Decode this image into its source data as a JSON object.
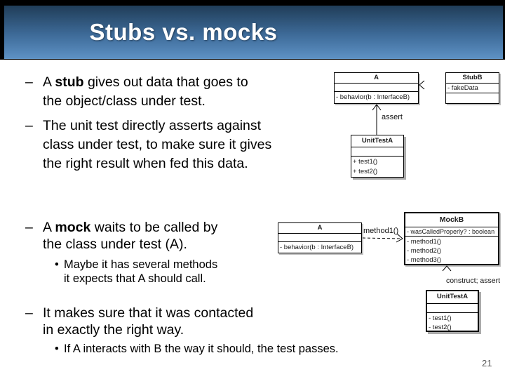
{
  "slide": {
    "title": "Stubs vs. mocks",
    "page_number": "21"
  },
  "colors": {
    "header_gradient_top": "#203d58",
    "header_gradient_bottom": "#5e92c5",
    "header_frame": "#000000",
    "title_text": "#ffffff",
    "body_text": "#000000",
    "page_number": "#595959"
  },
  "bullets": {
    "b1": {
      "marker": "–",
      "line1_pre": "A ",
      "line1_bold": "stub",
      "line1_post": " gives out data that goes to",
      "line2": "the object/class under test."
    },
    "b2": {
      "marker": "–",
      "lines": [
        "The unit test directly asserts against",
        "class under test, to make sure it gives",
        "the right result when fed this data."
      ]
    },
    "b3": {
      "marker": "–",
      "line1_pre": "A ",
      "line1_bold": "mock",
      "line1_post": " waits to be called by",
      "line2": "the class under test (A)."
    },
    "b3_sub": {
      "marker": "•",
      "lines": [
        "Maybe it has several methods",
        "it expects that A should call."
      ]
    },
    "b4": {
      "marker": "–",
      "lines": [
        "It makes sure that it was contacted",
        "in exactly the right way."
      ]
    },
    "b4_sub": {
      "marker": "•",
      "lines": [
        "If A interacts with B the way it should, the test passes."
      ]
    }
  },
  "diagram_top": {
    "class_a": {
      "title": "A",
      "method": "- behavior(b : InterfaceB)"
    },
    "stub_b": {
      "title": "StubB",
      "attr": "- fakeData"
    },
    "assert_label": "assert",
    "unit_test_a": {
      "title": "UnitTestA",
      "method1": "+ test1()",
      "method2": "+ test2()"
    }
  },
  "diagram_bottom": {
    "class_a": {
      "title": "A",
      "method": "- behavior(b : InterfaceB)"
    },
    "method_label": "method1()",
    "mock_b": {
      "title": "MockB",
      "attr": "- wasCalledProperly? : boolean",
      "method1": "- method1()",
      "method2": "- method2()",
      "method3": "- method3()"
    },
    "construct_label": "construct; assert",
    "unit_test_a": {
      "title": "UnitTestA",
      "method1": "- test1()",
      "method2": "- test2()"
    }
  }
}
